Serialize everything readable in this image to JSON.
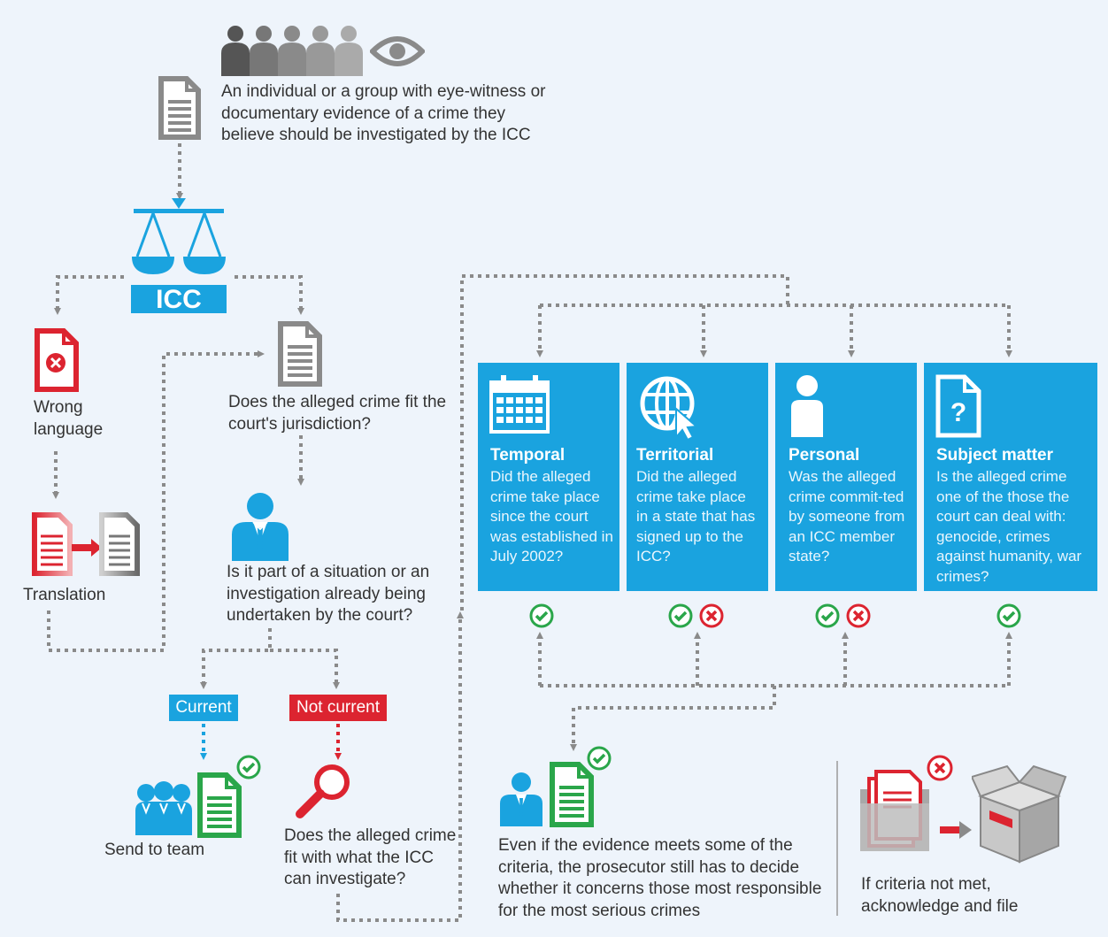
{
  "intro_text": "An individual or a group with eye-witness or documentary evidence of a crime they believe should be investigated by the ICC",
  "icc_label": "ICC",
  "wrong_language_label": "Wrong language",
  "translation_label": "Translation",
  "jurisdiction_question": "Does the alleged crime fit the court's jurisdiction?",
  "situation_question": "Is it part of a situation or an investigation already being undertaken by the court?",
  "current_tag": "Current",
  "not_current_tag": "Not current",
  "send_to_team_label": "Send to team",
  "investigate_question": "Does the alleged crime fit with what the ICC can investigate?",
  "criteria": [
    {
      "title": "Temporal",
      "text": "Did the alleged crime take place since the court was established in July 2002?",
      "icon": "calendar-icon",
      "results": [
        "check"
      ]
    },
    {
      "title": "Territorial",
      "text": "Did the alleged crime take place in a state that has signed up to the ICC?",
      "icon": "globe-cursor-icon",
      "results": [
        "check",
        "cross"
      ]
    },
    {
      "title": "Personal",
      "text": "Was the alleged crime commit-ted by someone from an ICC member state?",
      "icon": "person-icon",
      "results": [
        "check",
        "cross"
      ]
    },
    {
      "title": "Subject matter",
      "text": "Is the alleged crime one of the those the court can deal with: genocide, crimes against humanity, war crimes?",
      "icon": "question-document-icon",
      "results": [
        "check"
      ]
    }
  ],
  "prosecutor_text": "Even if the evidence meets some of the criteria, the prosecutor still has to decide whether it concerns those most responsible for the most serious crimes",
  "file_text": "If criteria not met, acknowledge and file",
  "colors": {
    "blue": "#1aa3df",
    "red": "#dc2430",
    "green": "#2aa64a",
    "grey": "#8a8a8a",
    "dark": "#555555",
    "background": "#eef4fb"
  }
}
